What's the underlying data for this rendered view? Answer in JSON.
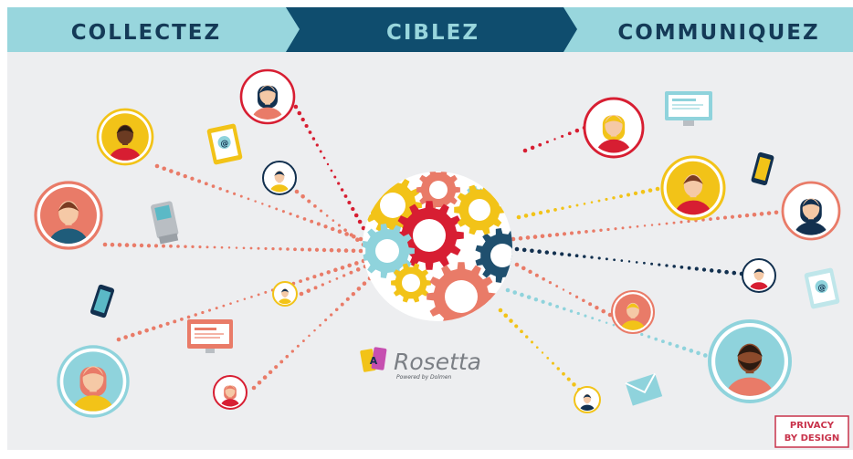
{
  "header": {
    "steps": [
      "COLLECTEZ",
      "CIBLEZ",
      "COMMUNIQUEZ"
    ]
  },
  "colors": {
    "background": "#edeef0",
    "header_light": "#98d6dd",
    "header_dark": "#0f4d6e",
    "header_text": "#143a57",
    "coral": "#e97b68",
    "red": "#d71e32",
    "yellow": "#f2c318",
    "navy": "#12304f",
    "teal": "#8fd3dc"
  },
  "logo": {
    "name": "Rosetta",
    "tagline": "Powered by Dolmen"
  },
  "badge": {
    "line1": "PRIVACY",
    "line2": "BY DESIGN"
  }
}
